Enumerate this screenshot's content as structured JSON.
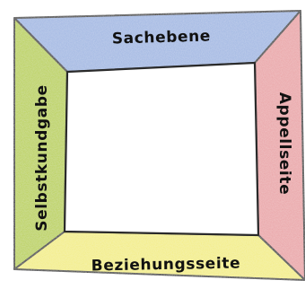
{
  "diagram": {
    "top_label": "Sachebene",
    "left_label": "Selbstkundgabe",
    "right_label": "Appellseite",
    "bottom_label": "Beziehungsseite",
    "colors": {
      "top": "#9fb6e2",
      "left": "#b9d04f",
      "right": "#e9a2a5",
      "bottom": "#f2ed82",
      "outline": "#2a2a2a",
      "center": "#ffffff"
    }
  }
}
